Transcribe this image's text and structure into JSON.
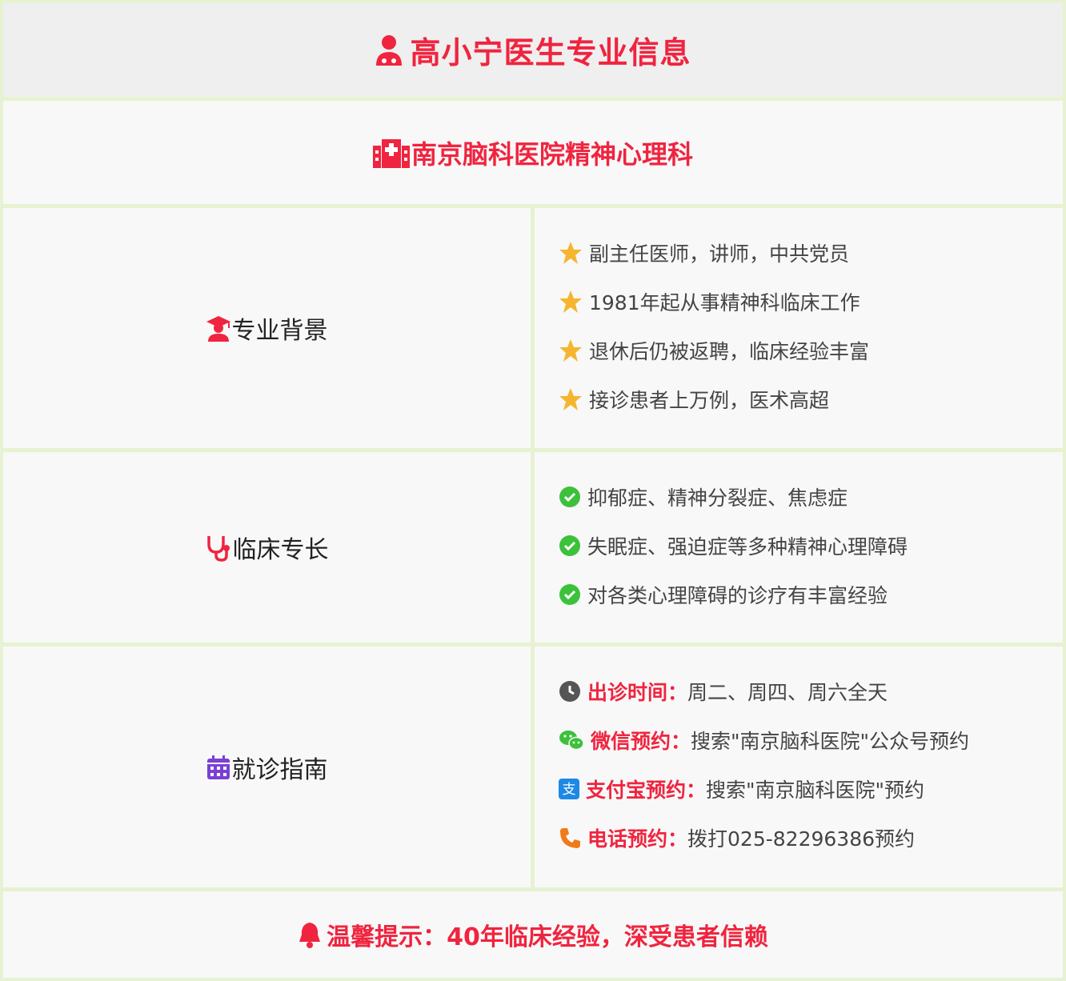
{
  "header": {
    "title": "高小宁医生专业信息",
    "icon": "doctor-icon"
  },
  "hospital": {
    "name": "南京脑科医院精神心理科",
    "icon": "hospital-icon"
  },
  "sections": {
    "background": {
      "label": "专业背景",
      "icon": "graduate-icon",
      "items": [
        "副主任医师，讲师，中共党员",
        "1981年起从事精神科临床工作",
        "退休后仍被返聘，临床经验丰富",
        "接诊患者上万例，医术高超"
      ]
    },
    "specialty": {
      "label": "临床专长",
      "icon": "stethoscope-icon",
      "items": [
        "抑郁症、精神分裂症、焦虑症",
        "失眠症、强迫症等多种精神心理障碍",
        "对各类心理障碍的诊疗有丰富经验"
      ]
    },
    "guide": {
      "label": "就诊指南",
      "icon": "calendar-icon",
      "items": [
        {
          "label": "出诊时间：",
          "value": "周二、周四、周六全天",
          "icon": "clock-icon"
        },
        {
          "label": "微信预约：",
          "value": "搜索\"南京脑科医院\"公众号预约",
          "icon": "wechat-icon"
        },
        {
          "label": "支付宝预约：",
          "value": "搜索\"南京脑科医院\"预约",
          "icon": "alipay-icon"
        },
        {
          "label": "电话预约：",
          "value": "拨打025-82296386预约",
          "icon": "phone-icon"
        }
      ]
    }
  },
  "tip": {
    "text": "温馨提示：40年临床经验，深受患者信赖",
    "icon": "bell-icon"
  },
  "colors": {
    "accent": "#f0243f",
    "star": "#f5b52e",
    "check": "#3cc13b",
    "border": "#e6f2d2",
    "calendar": "#7b3fd4",
    "phone": "#f07a1a",
    "alipay": "#1e88e5",
    "wechat": "#3cc13b"
  }
}
